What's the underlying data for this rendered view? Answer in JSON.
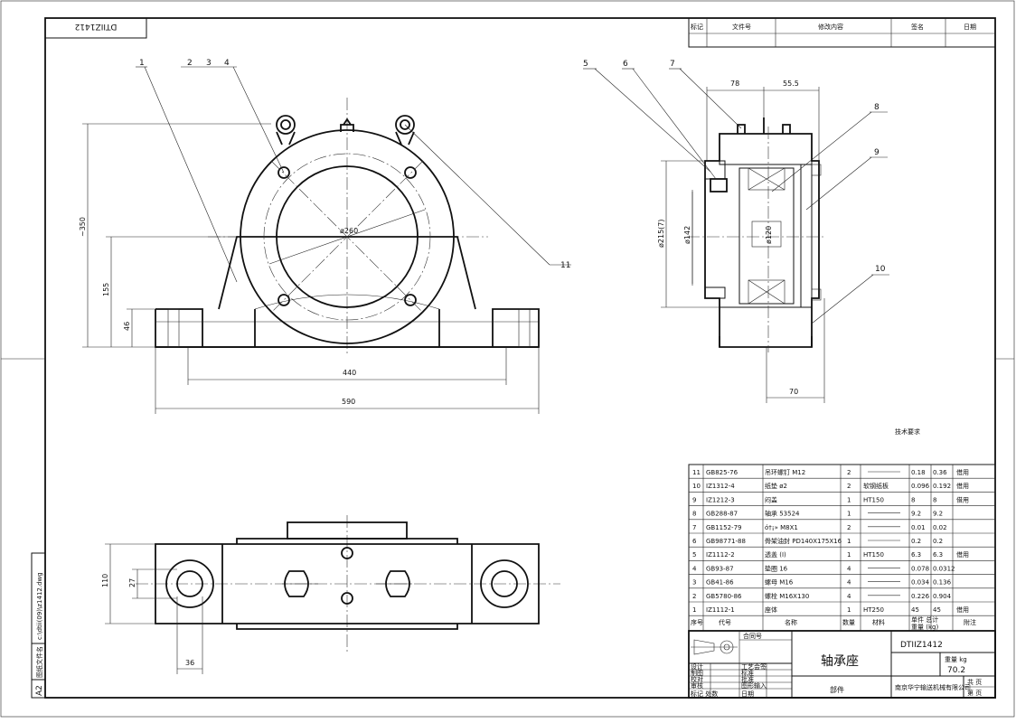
{
  "top_left_stamp": "DTIIZ1412",
  "left_margin": {
    "code": "A2",
    "file_label": "图纸文件名",
    "file_name": "c:\\dtii(09)\\z1412.dwg"
  },
  "front_view": {
    "balloons": [
      "1",
      "2",
      "3",
      "4",
      "11"
    ],
    "dims": {
      "total_height": "~350",
      "center_height": "155",
      "base_height": "46",
      "bolt_span": "440",
      "base_length": "590",
      "bore": "ø260"
    }
  },
  "side_view": {
    "balloons": [
      "5",
      "6",
      "7",
      "8",
      "9",
      "10"
    ],
    "dims": {
      "top1": "78",
      "top2": "55.5",
      "outer_dia": "ø215(7)",
      "shaft_dia": "ø142",
      "inner_dia": "ø120",
      "bottom": "70"
    }
  },
  "plan_view": {
    "dims": {
      "width": "110",
      "slot": "27",
      "slot_width": "36"
    }
  },
  "revision_block": {
    "headers": [
      "标记",
      "文件号",
      "修改内容",
      "签名",
      "日期"
    ]
  },
  "tech_req": "技术要求",
  "bom": {
    "rows": [
      {
        "no": "11",
        "code": "GB825-76",
        "name": "吊环螺钉 M12",
        "qty": "2",
        "material": "",
        "w1": "0.18",
        "w2": "0.36",
        "note": "借用"
      },
      {
        "no": "10",
        "code": "IZ1312-4",
        "name": "纸垫 ø2",
        "qty": "2",
        "material": "软钢纸板",
        "w1": "0.096",
        "w2": "0.192",
        "note": "借用"
      },
      {
        "no": "9",
        "code": "IZ1212-3",
        "name": "闷盖",
        "qty": "1",
        "material": "HT150",
        "w1": "8",
        "w2": "8",
        "note": "借用"
      },
      {
        "no": "8",
        "code": "GB288-87",
        "name": "轴承 53524",
        "qty": "1",
        "material": "",
        "w1": "9.2",
        "w2": "9.2",
        "note": ""
      },
      {
        "no": "7",
        "code": "GB1152-79",
        "name": "ó†¡» M8X1",
        "qty": "2",
        "material": "",
        "w1": "0.01",
        "w2": "0.02",
        "note": ""
      },
      {
        "no": "6",
        "code": "GB98771-88",
        "name": "骨架油封 PD140X175X16",
        "qty": "1",
        "material": "",
        "w1": "0.2",
        "w2": "0.2",
        "note": ""
      },
      {
        "no": "5",
        "code": "IZ1112-2",
        "name": "透盖 (I)",
        "qty": "1",
        "material": "HT150",
        "w1": "6.3",
        "w2": "6.3",
        "note": "借用"
      },
      {
        "no": "4",
        "code": "GB93-87",
        "name": "垫圈 16",
        "qty": "4",
        "material": "",
        "w1": "0.078",
        "w2": "0.0312",
        "note": ""
      },
      {
        "no": "3",
        "code": "GB41-86",
        "name": "螺母 M16",
        "qty": "4",
        "material": "",
        "w1": "0.034",
        "w2": "0.136",
        "note": ""
      },
      {
        "no": "2",
        "code": "GB5780-86",
        "name": "螺栓 M16X130",
        "qty": "4",
        "material": "",
        "w1": "0.226",
        "w2": "0.904",
        "note": ""
      },
      {
        "no": "1",
        "code": "IZ1112-1",
        "name": "座体",
        "qty": "1",
        "material": "HT250",
        "w1": "45",
        "w2": "45",
        "note": "借用"
      }
    ],
    "header": {
      "no": "序号",
      "code": "代号",
      "name": "名称",
      "qty": "数量",
      "material": "材料",
      "weight": "单件 总计",
      "weight2": "重量 (kg)",
      "note": "附注"
    }
  },
  "title_block": {
    "contract": "合同号",
    "title": "轴承座",
    "drawing_no": "DTIIZ1412",
    "weight_label": "重量 kg",
    "weight": "70.2",
    "roles": [
      "设计",
      "制图",
      "校对",
      "审核"
    ],
    "roles2": [
      "工艺会签",
      "标准",
      "批准",
      "图形输入",
      "日期"
    ],
    "part_type": "部件",
    "company": "南京华宁输送机械有限公司",
    "sheets_total": "共 页",
    "sheet_no": "第 页",
    "rev_line": "标记 处数"
  }
}
